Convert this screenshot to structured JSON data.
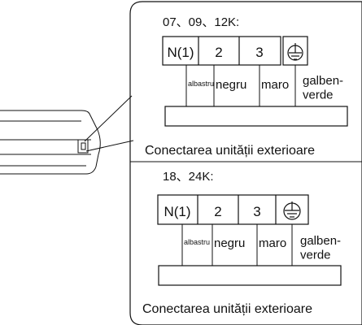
{
  "panels": [
    {
      "header": "07、09、12K:",
      "terminals": [
        "N(1)",
        "2",
        "3"
      ],
      "wires": [
        "albastru",
        "negru",
        "maro"
      ],
      "ground_label": "galben-\nverde",
      "caption": "Conectarea unității exterioare"
    },
    {
      "header": "18、24K:",
      "terminals": [
        "N(1)",
        "2",
        "3"
      ],
      "wires": [
        "albastru",
        "negru",
        "maro"
      ],
      "ground_label": "galben-\nverde",
      "caption": "Conectarea unității exterioare"
    }
  ],
  "icons": {
    "ground": "ground-icon"
  },
  "colors": {
    "line": "#111111",
    "background": "#ffffff"
  }
}
